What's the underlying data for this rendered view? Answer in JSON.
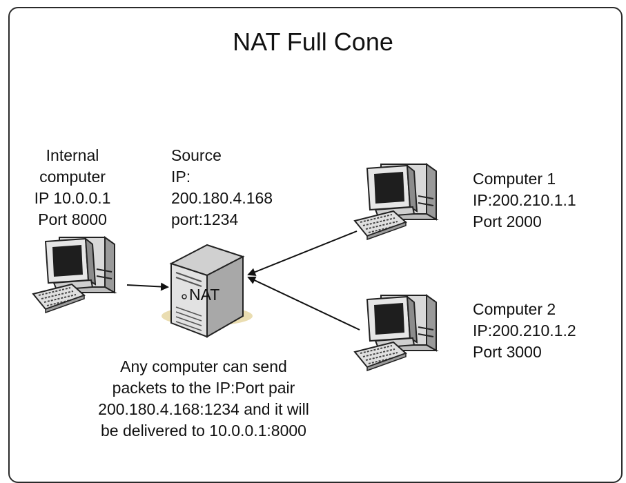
{
  "title": "NAT Full Cone",
  "internal": {
    "lines": [
      "Internal",
      "computer",
      "IP 10.0.0.1",
      "Port 8000"
    ]
  },
  "source": {
    "lines": [
      "Source",
      "IP:",
      "200.180.4.168",
      "port:1234"
    ]
  },
  "nat": {
    "label": "NAT"
  },
  "computer1": {
    "lines": [
      "Computer 1",
      "IP:200.210.1.1",
      "Port 2000"
    ]
  },
  "computer2": {
    "lines": [
      "Computer 2",
      "IP:200.210.1.2",
      "Port 3000"
    ]
  },
  "caption": {
    "lines": [
      "Any computer can send",
      "packets to the IP:Port pair",
      "200.180.4.168:1234 and it will",
      "be delivered to 10.0.0.1:8000"
    ]
  },
  "icons": {
    "computer": "desktop-computer-icon",
    "server": "server-icon"
  },
  "colors": {
    "border": "#2a2a2a",
    "icon_body": "#d8d8d8",
    "icon_dark": "#222222",
    "nat_glow": "#e8d9a8"
  }
}
